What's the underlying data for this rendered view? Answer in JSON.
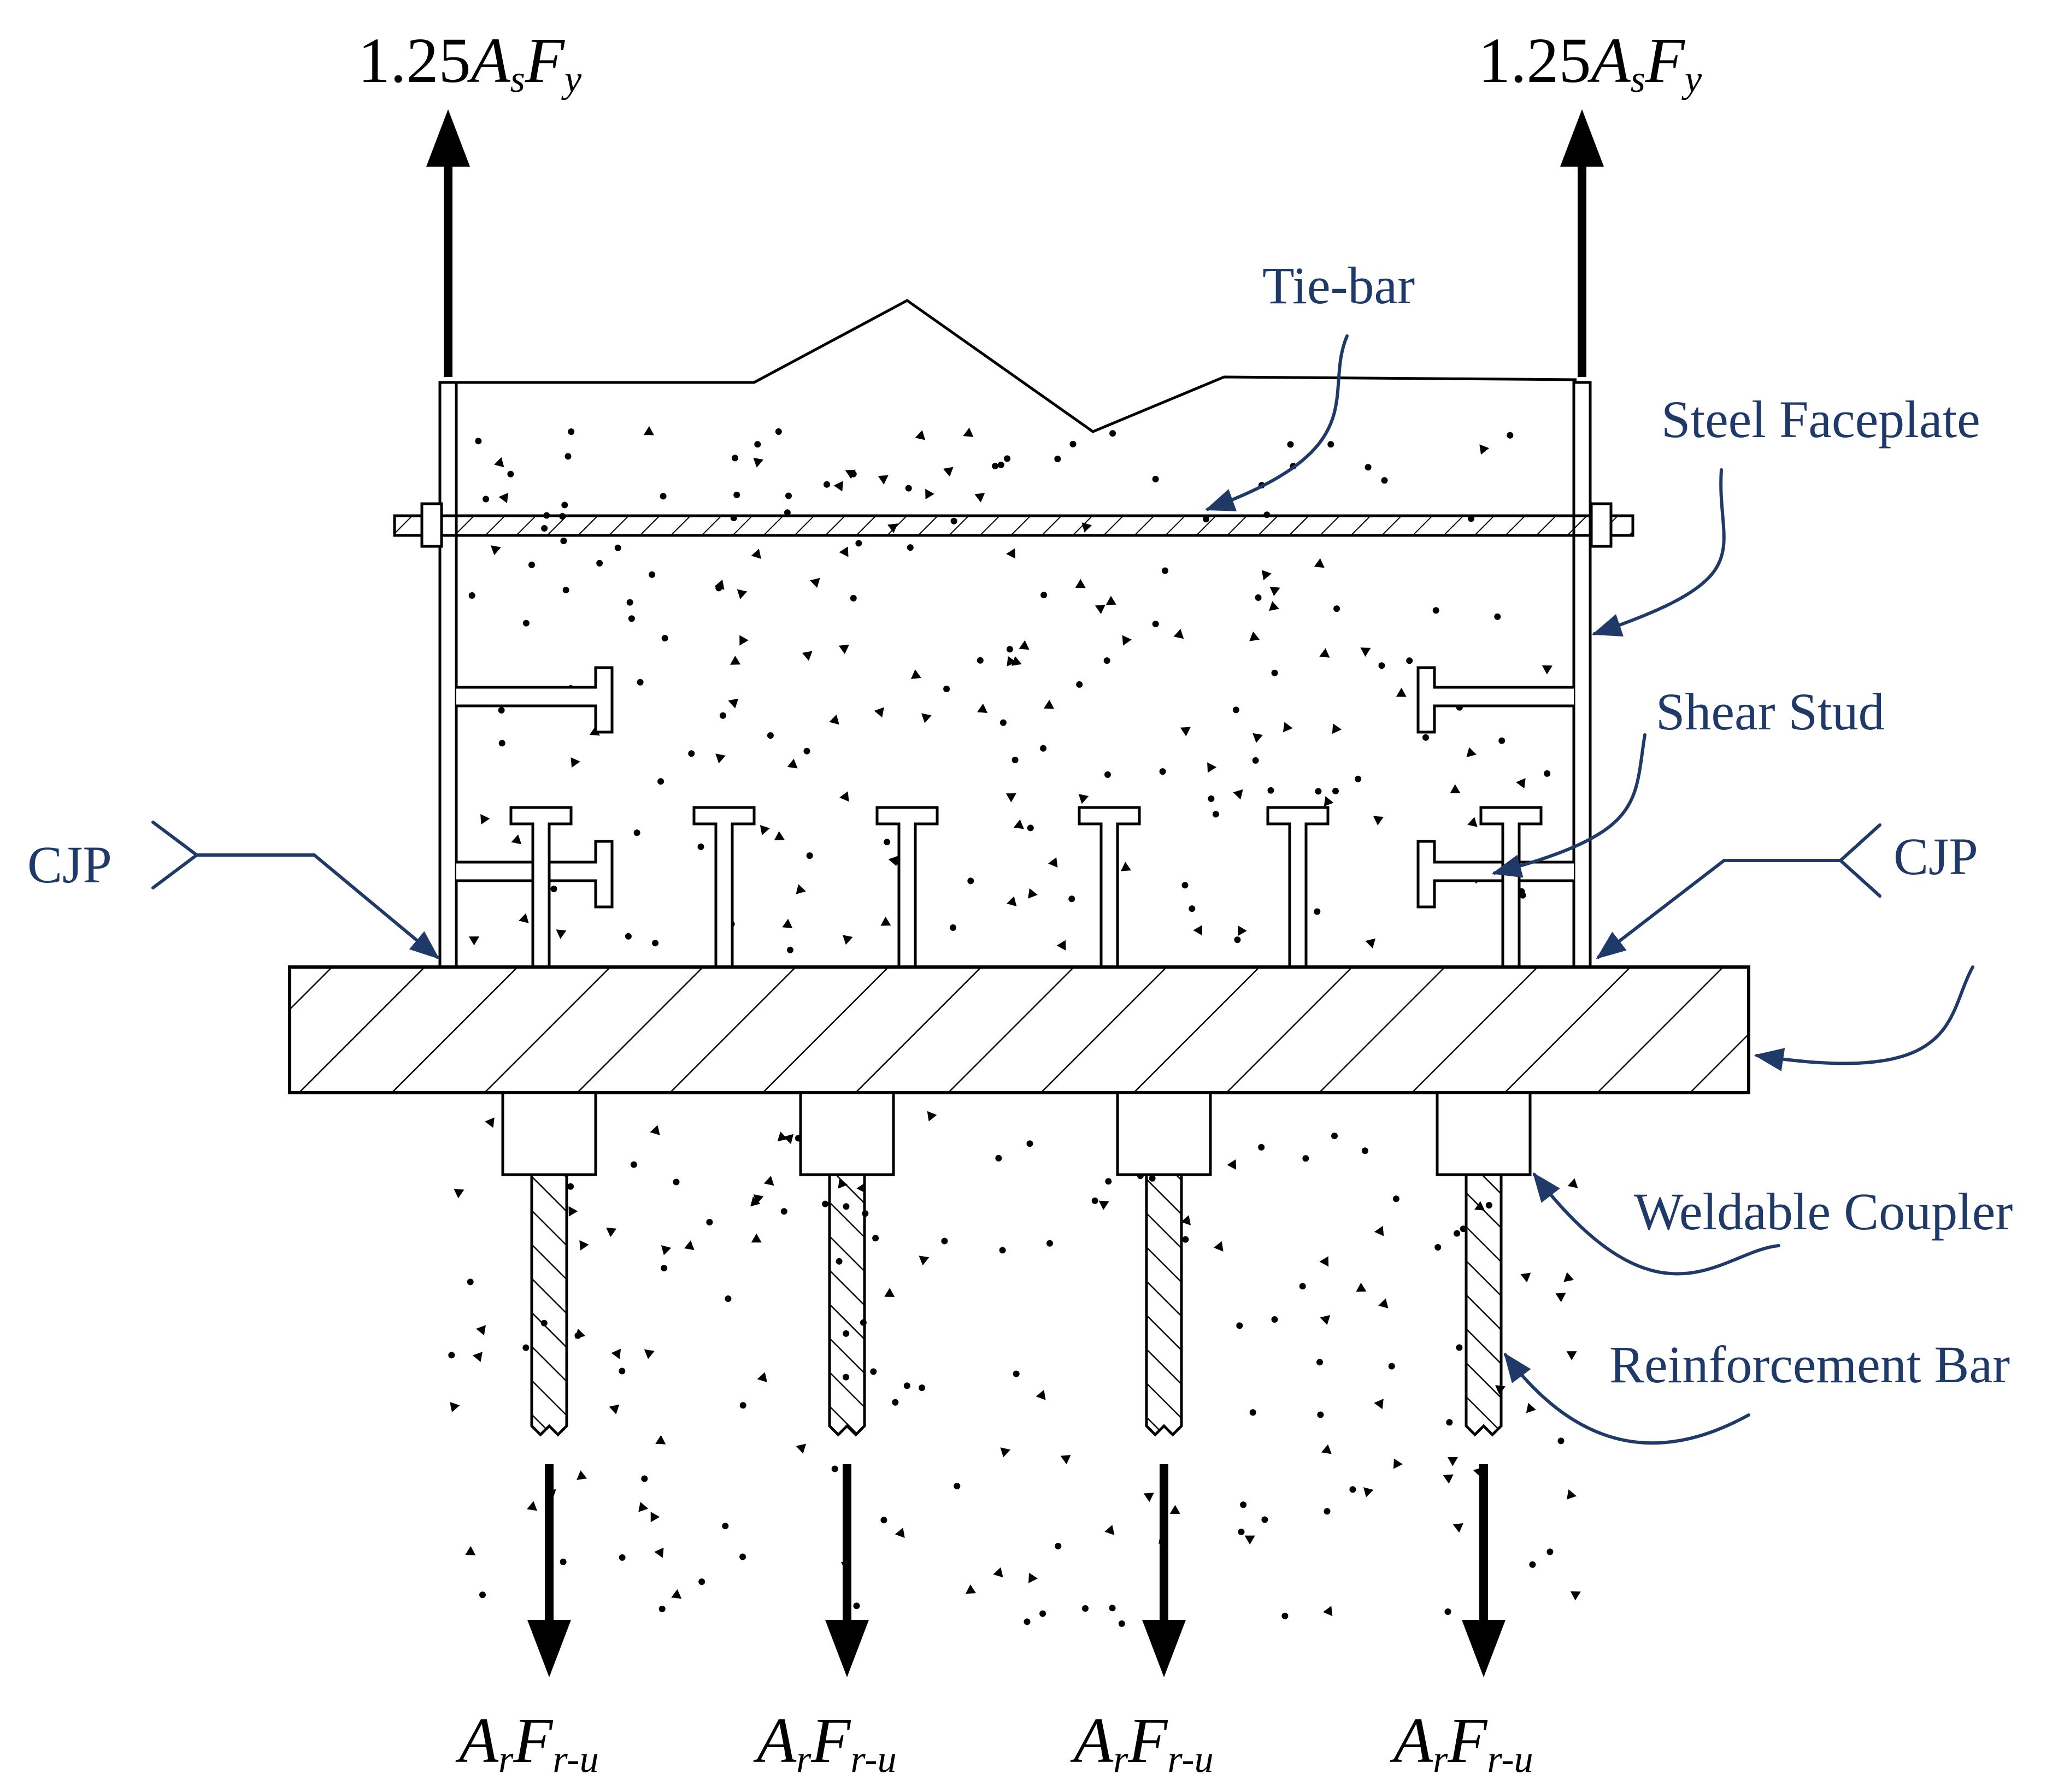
{
  "labels": {
    "tie_bar": "Tie-bar",
    "steel_faceplate": "Steel Faceplate",
    "shear_stud": "Shear Stud",
    "cjp_left": "CJP",
    "cjp_right": "CJP",
    "weldable_coupler": "Weldable Coupler",
    "reinforcement_bar": "Reinforcement Bar"
  },
  "forces": {
    "top": {
      "coef": "1.25",
      "A": "A",
      "A_sub": "s",
      "F": "F",
      "F_sub": "y"
    },
    "bottom": {
      "A": "A",
      "A_sub": "r",
      "F": "F",
      "F_sub": "r-u"
    }
  },
  "colors": {
    "callout": "#1f3a68",
    "line": "#000000",
    "background": "#ffffff"
  }
}
